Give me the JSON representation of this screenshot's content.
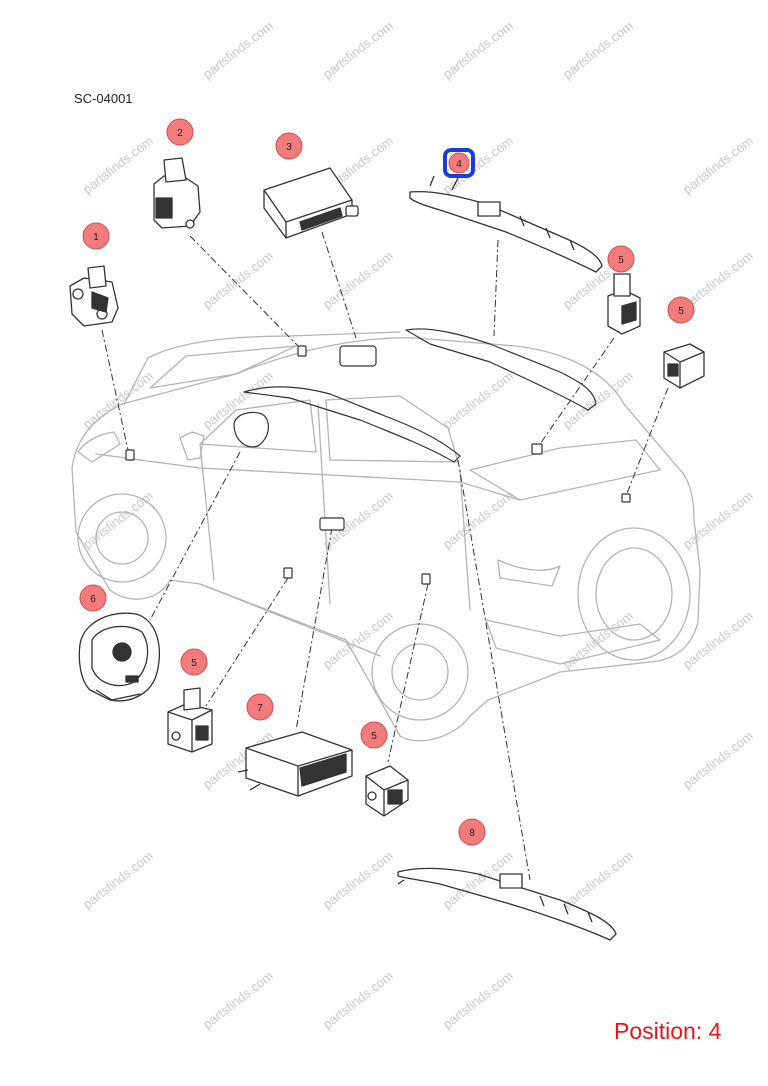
{
  "diagram": {
    "code": "SC-04001",
    "position_caption": "Position: 4",
    "watermark": "partsfinds.com",
    "selected_callout": "4",
    "colors": {
      "callout_fill": "#f27b7b",
      "callout_stroke": "#d94b4b",
      "highlight": "#1a3de0",
      "position_text": "#e8141b",
      "line_art": "#333333",
      "vehicle_line": "#b4b4b4"
    },
    "callouts": [
      {
        "id": "1",
        "label": "1",
        "part": "front-impact-sensor"
      },
      {
        "id": "2",
        "label": "2",
        "part": "front-impact-sensor"
      },
      {
        "id": "3",
        "label": "3",
        "part": "occupant-classification-module"
      },
      {
        "id": "4",
        "label": "4",
        "part": "side-curtain-airbag-right"
      },
      {
        "id": "5a",
        "label": "5",
        "part": "side-impact-sensor"
      },
      {
        "id": "5b",
        "label": "5",
        "part": "side-impact-sensor"
      },
      {
        "id": "5c",
        "label": "5",
        "part": "side-impact-sensor"
      },
      {
        "id": "5d",
        "label": "5",
        "part": "side-impact-sensor"
      },
      {
        "id": "6",
        "label": "6",
        "part": "driver-airbag"
      },
      {
        "id": "7",
        "label": "7",
        "part": "restraint-control-module"
      },
      {
        "id": "8",
        "label": "8",
        "part": "side-curtain-airbag-left"
      }
    ]
  }
}
